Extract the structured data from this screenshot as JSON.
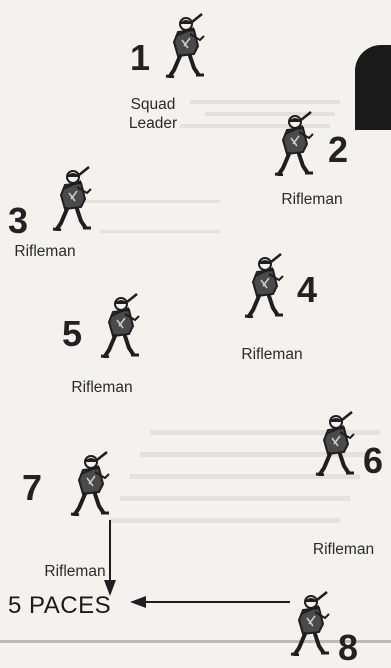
{
  "page": {
    "marker": "5 PACES"
  },
  "soldiers": [
    {
      "number": "1",
      "label_lines": [
        "Squad",
        "Leader"
      ]
    },
    {
      "number": "2",
      "label_lines": [
        "Rifleman"
      ]
    },
    {
      "number": "3",
      "label_lines": [
        "Rifleman"
      ]
    },
    {
      "number": "4",
      "label_lines": [
        "Rifleman"
      ]
    },
    {
      "number": "5",
      "label_lines": [
        "Rifleman"
      ]
    },
    {
      "number": "6",
      "label_lines": [
        "Rifleman"
      ]
    },
    {
      "number": "7",
      "label_lines": [
        "Rifleman"
      ]
    },
    {
      "number": "8",
      "label_lines": []
    }
  ],
  "icons": {
    "soldier": "soldier-icon",
    "arrow": "arrow-icon"
  },
  "colors": {
    "ink": "#1e1e1e",
    "paper": "#f4f2ee"
  }
}
